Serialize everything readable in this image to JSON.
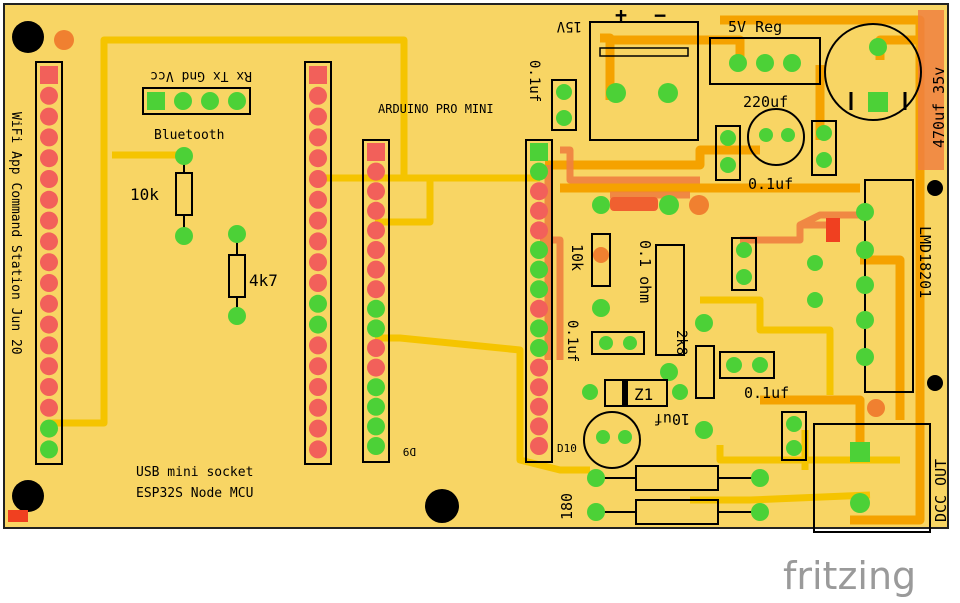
{
  "app": {
    "watermark": "fritzing"
  },
  "board": {
    "title_vertical": "WiFi App Command Station Jun 20",
    "labels": {
      "bluetooth_pins": "Rx Tx Gnd Vcc",
      "bluetooth": "Bluetooth",
      "r_10k_left": "10k",
      "r_4k7": "4k7",
      "arduino": "ARDUINO PRO MINI",
      "cap_01_a": "0.1uf",
      "v15": "15V",
      "plus": "+",
      "minus": "−",
      "reg_5v": "5V Reg",
      "cap_220": "220uf",
      "cap_470": "470uf 35v",
      "cap_01_b": "0.1uf",
      "lmd": "LMD18201",
      "r_10k_mid": "10k",
      "r_01_ohm": "0.1 ohm",
      "cap_01_c": "0.1uf",
      "r_2k8": "2k8",
      "z1": "Z1",
      "cap_10u": "10uf",
      "cap_01_d": "0.1uf",
      "dcc_out": "DCC OUT",
      "d9": "D9",
      "d10": "D10",
      "r_180": "180",
      "usb": "USB mini socket",
      "esp": "ESP32S Node MCU"
    }
  }
}
